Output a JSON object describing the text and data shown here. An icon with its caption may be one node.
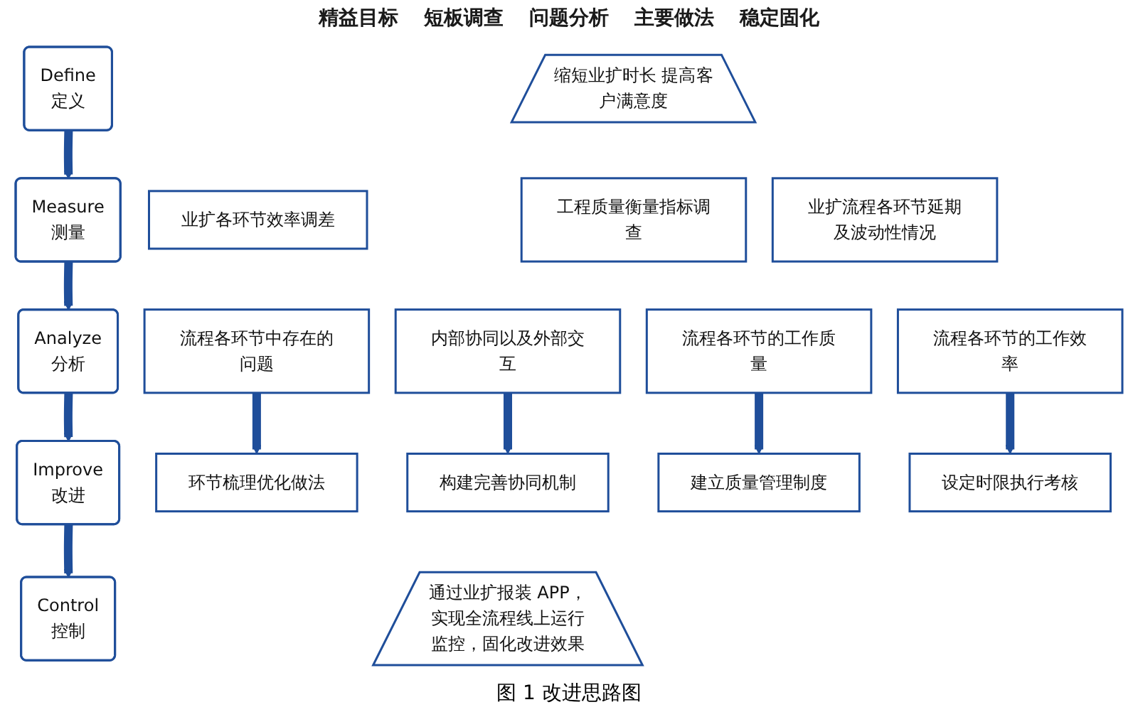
{
  "diagram": {
    "caption": "图 1 改进思路图",
    "nodes": [
      {
        "text": [
          "Define",
          "定义"
        ]
      },
      {
        "text": [
          "缩短业扩时长 提高客户满意度"
        ]
      },
      {
        "text": [
          "Measure",
          "测量"
        ]
      },
      {
        "text": [
          "业扩各环节效率调差"
        ]
      },
      {
        "text": [
          "工程质量衡量指标调查"
        ]
      },
      {
        "text": [
          "业扩流程各环节延期及波动性情况"
        ]
      },
      {
        "text": [
          "Analyze",
          "分析"
        ]
      },
      {
        "text": [
          "流程各环节中存在的问题"
        ]
      },
      {
        "text": [
          "内部协同以及外部交互"
        ]
      },
      {
        "text": [
          "流程各环节的工作质量"
        ]
      },
      {
        "text": [
          "流程各环节的工作效率"
        ]
      },
      {
        "text": [
          "Improve",
          "改进"
        ]
      },
      {
        "text": [
          "环节梳理优化做法"
        ]
      },
      {
        "text": [
          "构建完善协同机制"
        ]
      },
      {
        "text": [
          "建立质量管理制度"
        ]
      },
      {
        "text": [
          "设定时限执行考核"
        ]
      },
      {
        "text": [
          "Control",
          "控制"
        ]
      },
      {
        "text": [
          "通过业扩报装 APP，实现全流程线上运行监控，固化改进效果"
        ]
      }
    ],
    "edges": [
      {
        "from": 0,
        "to": 2,
        "arrow": "to"
      },
      {
        "from": 2,
        "to": 6,
        "arrow": "to"
      },
      {
        "from": 6,
        "to": 11,
        "arrow": "to"
      },
      {
        "from": 11,
        "to": 16,
        "arrow": "to"
      },
      {
        "from": 7,
        "to": 12,
        "arrow": "to"
      },
      {
        "from": 8,
        "to": 13,
        "arrow": "to"
      },
      {
        "from": 9,
        "to": 14,
        "arrow": "to"
      },
      {
        "from": 10,
        "to": 15,
        "arrow": "to"
      }
    ],
    "labels": [
      "精益目标",
      "短板调查",
      "问题分析",
      "主要做法",
      "稳定固化"
    ]
  }
}
